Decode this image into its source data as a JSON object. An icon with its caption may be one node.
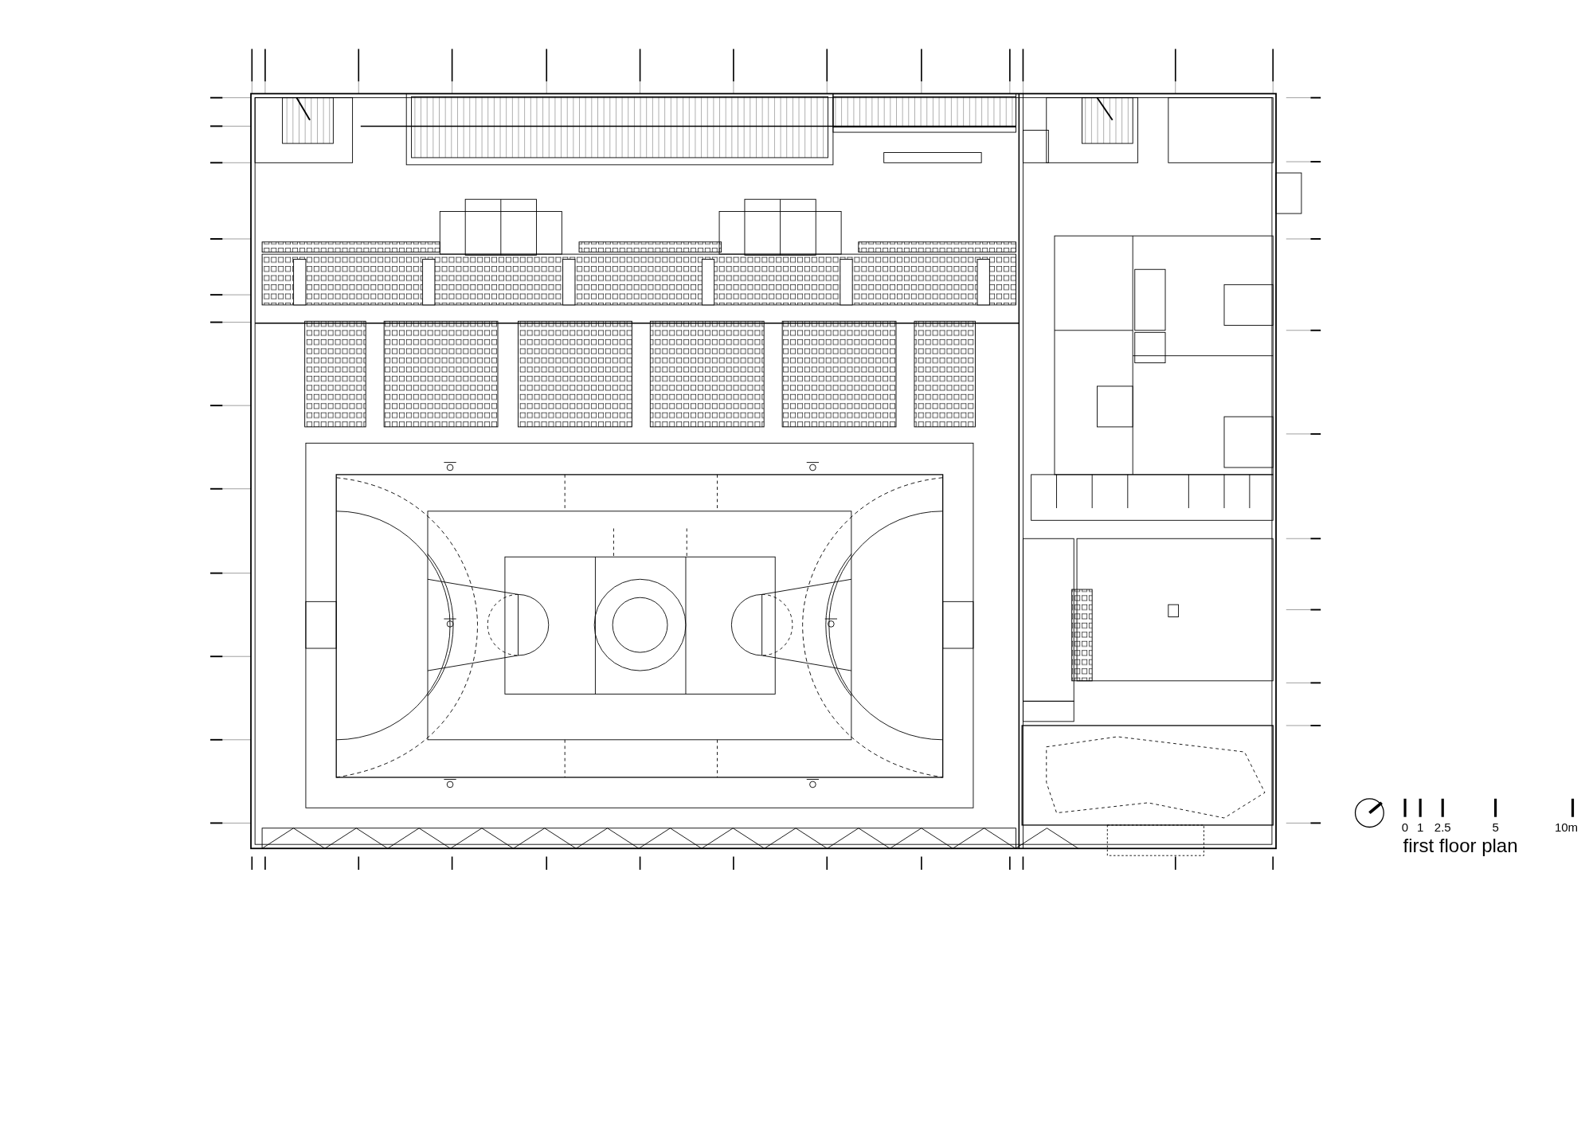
{
  "diagram": {
    "caption": "first floor plan",
    "labels": [
      "0",
      "1",
      "2.5",
      "5",
      "10m"
    ]
  }
}
